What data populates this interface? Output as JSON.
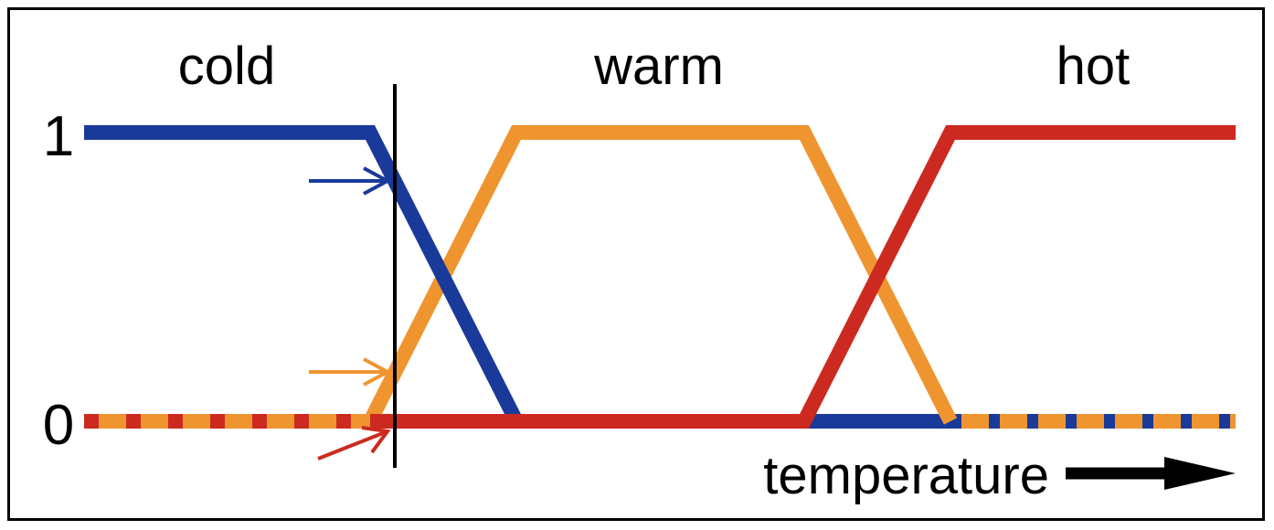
{
  "labels": {
    "cold": "cold",
    "warm": "warm",
    "hot": "hot"
  },
  "axis": {
    "y_top": "1",
    "y_bottom": "0",
    "x_label": "temperature"
  },
  "colors": {
    "cold": "#1a3a9a",
    "warm": "#ef9530",
    "hot": "#cc2a20",
    "marker": "#000000",
    "border": "#000000"
  },
  "membership_functions": [
    {
      "name": "cold",
      "shape": "left-shoulder"
    },
    {
      "name": "warm",
      "shape": "trapezoid"
    },
    {
      "name": "hot",
      "shape": "right-shoulder"
    }
  ],
  "marker": {
    "kind": "vertical line at one temperature",
    "cold_membership": 0.8,
    "warm_membership": 0.16,
    "hot_membership": 0.0
  }
}
